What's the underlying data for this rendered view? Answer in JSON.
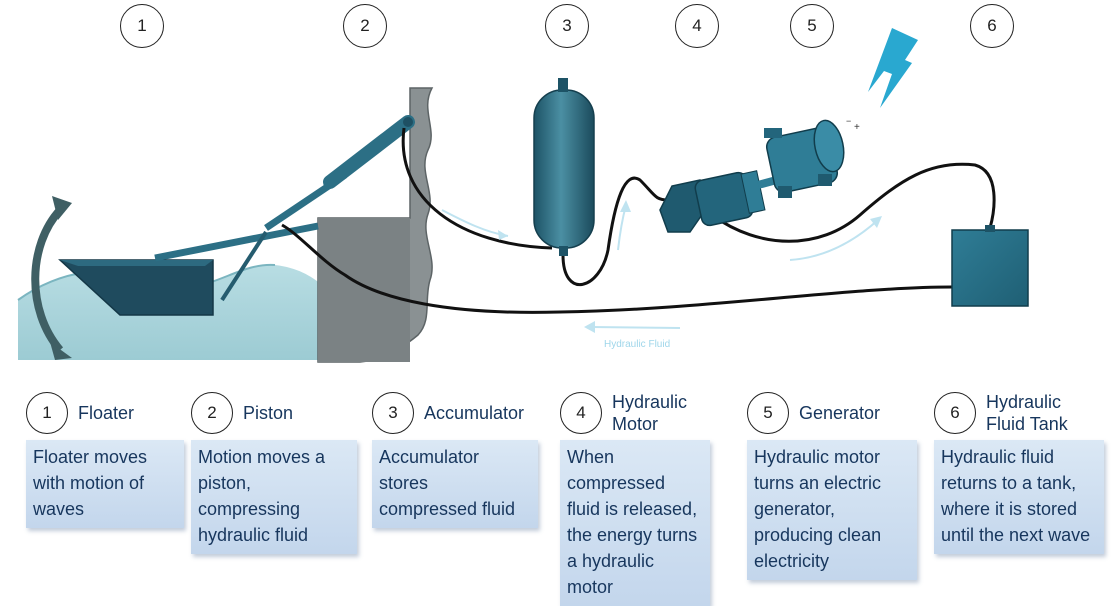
{
  "top_numbers": [
    "1",
    "2",
    "3",
    "4",
    "5",
    "6"
  ],
  "flow_label": "Hydraulic Fluid",
  "steps": [
    {
      "num": "1",
      "title": "Floater",
      "desc": "Floater moves with motion of waves"
    },
    {
      "num": "2",
      "title": "Piston",
      "desc": "Motion moves a piston, compressing hydraulic fluid"
    },
    {
      "num": "3",
      "title": "Accumulator",
      "desc": "Accumulator stores compressed fluid"
    },
    {
      "num": "4",
      "title": "Hydraulic Motor",
      "desc": "When compressed fluid is released, the energy turns a hydraulic motor"
    },
    {
      "num": "5",
      "title": "Generator",
      "desc": "Hydraulic motor turns an electric generator, producing clean electricity"
    },
    {
      "num": "6",
      "title": "Hydraulic Fluid Tank",
      "desc": "Hydraulic fluid returns to a tank, where it is stored until the next wave"
    }
  ],
  "colors": {
    "water": "#a9d3da",
    "equipment": "#2c6f85",
    "wall": "#8a9193",
    "lightning": "#29a8d0",
    "box_fill": "#c9dbef",
    "text": "#17365d"
  }
}
